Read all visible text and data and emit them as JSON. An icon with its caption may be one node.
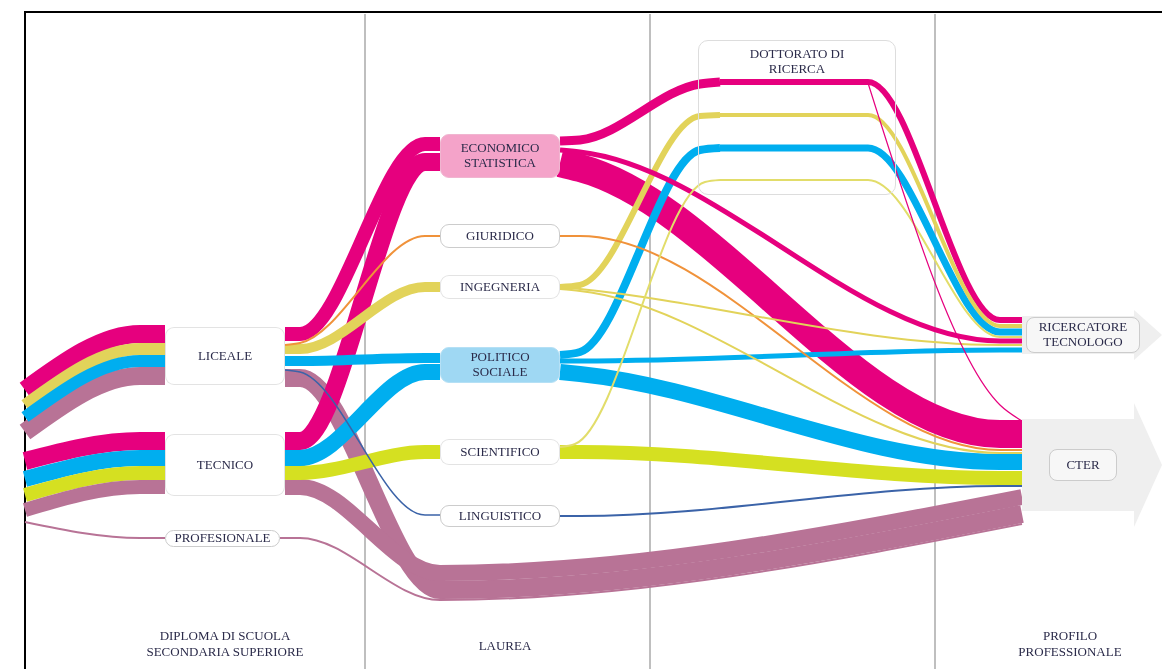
{
  "diagram": {
    "nodes": [
      {
        "text": [
          "LICEALE"
        ]
      },
      {
        "text": [
          "TECNICO"
        ]
      },
      {
        "text": [
          "PROFESIONALE"
        ]
      },
      {
        "text": [
          "ECONOMICO STATISTICA"
        ]
      },
      {
        "text": [
          "GIURIDICO"
        ]
      },
      {
        "text": [
          "INGEGNERIA"
        ]
      },
      {
        "text": [
          "POLITICO SOCIALE"
        ]
      },
      {
        "text": [
          "SCIENTIFICO"
        ]
      },
      {
        "text": [
          "LINGUISTICO"
        ]
      },
      {
        "text": [
          "DOTTORATO DI RICERCA"
        ]
      },
      {
        "text": [
          "RICERCATORE TECNOLOGO"
        ]
      },
      {
        "text": [
          "CTER"
        ]
      }
    ],
    "edges": [
      {
        "from": null,
        "to": 0,
        "arrow": "none",
        "style": "thick",
        "color": "#e6007e"
      },
      {
        "from": null,
        "to": 0,
        "arrow": "none",
        "color": "#e2d35a"
      },
      {
        "from": null,
        "to": 0,
        "arrow": "none",
        "color": "#00aeef"
      },
      {
        "from": null,
        "to": 0,
        "arrow": "none",
        "style": "thick",
        "color": "#b87396"
      },
      {
        "from": null,
        "to": 1,
        "arrow": "none",
        "style": "thick",
        "color": "#e6007e"
      },
      {
        "from": null,
        "to": 1,
        "arrow": "none",
        "color": "#00aeef"
      },
      {
        "from": null,
        "to": 1,
        "arrow": "none",
        "color": "#d5e021"
      },
      {
        "from": null,
        "to": 1,
        "arrow": "none",
        "color": "#b87396"
      },
      {
        "from": null,
        "to": 2,
        "arrow": "none",
        "color": "#b87396"
      },
      {
        "from": 0,
        "to": 3,
        "arrow": "none",
        "color": "#e6007e"
      },
      {
        "from": 0,
        "to": 4,
        "arrow": "none",
        "color": "#f0923a"
      },
      {
        "from": 0,
        "to": 5,
        "arrow": "none",
        "color": "#e2d35a"
      },
      {
        "from": 0,
        "to": 6,
        "arrow": "none",
        "color": "#00aeef"
      },
      {
        "from": 0,
        "to": 8,
        "arrow": "none",
        "color": "#3b63a8"
      },
      {
        "from": 0,
        "to": 11,
        "arrow": "none",
        "style": "thick",
        "color": "#b87396"
      },
      {
        "from": 1,
        "to": 3,
        "arrow": "none",
        "style": "thick",
        "color": "#e6007e"
      },
      {
        "from": 1,
        "to": 6,
        "arrow": "none",
        "color": "#00aeef"
      },
      {
        "from": 1,
        "to": 7,
        "arrow": "none",
        "color": "#d5e021"
      },
      {
        "from": 1,
        "to": 11,
        "arrow": "none",
        "color": "#b87396"
      },
      {
        "from": 2,
        "to": 11,
        "arrow": "none",
        "color": "#b87396"
      },
      {
        "from": 3,
        "to": 9,
        "arrow": "none",
        "color": "#e6007e"
      },
      {
        "from": 3,
        "to": 10,
        "arrow": "none",
        "color": "#e6007e"
      },
      {
        "from": 3,
        "to": 11,
        "arrow": "none",
        "style": "thick",
        "color": "#e6007e"
      },
      {
        "from": 4,
        "to": 11,
        "arrow": "none",
        "color": "#f0923a"
      },
      {
        "from": 5,
        "to": 9,
        "arrow": "none",
        "color": "#e2d35a"
      },
      {
        "from": 5,
        "to": 10,
        "arrow": "none",
        "color": "#e2d35a"
      },
      {
        "from": 5,
        "to": 11,
        "arrow": "none",
        "color": "#e2d35a"
      },
      {
        "from": 6,
        "to": 9,
        "arrow": "none",
        "color": "#00aeef"
      },
      {
        "from": 6,
        "to": 10,
        "arrow": "none",
        "color": "#00aeef"
      },
      {
        "from": 6,
        "to": 11,
        "arrow": "none",
        "color": "#00aeef"
      },
      {
        "from": 7,
        "to": 9,
        "arrow": "none",
        "color": "#e2dd6a"
      },
      {
        "from": 7,
        "to": 11,
        "arrow": "none",
        "color": "#d5e021"
      },
      {
        "from": 8,
        "to": 11,
        "arrow": "none",
        "color": "#3b63a8"
      },
      {
        "from": 9,
        "to": 10,
        "arrow": "none",
        "color": "#e6007e"
      },
      {
        "from": 9,
        "to": 10,
        "arrow": "none",
        "color": "#e2d35a"
      },
      {
        "from": 9,
        "to": 10,
        "arrow": "none",
        "color": "#00aeef"
      },
      {
        "from": 9,
        "to": 10,
        "arrow": "none",
        "color": "#e2dd6a"
      },
      {
        "from": 9,
        "to": 11,
        "arrow": "none",
        "color": "#e6007e"
      }
    ],
    "labels": [
      "DIPLOMA DI SCUOLA SECONDARIA SUPERIORE",
      "LAUREA",
      "PROFILO PROFESSIONALE"
    ]
  }
}
